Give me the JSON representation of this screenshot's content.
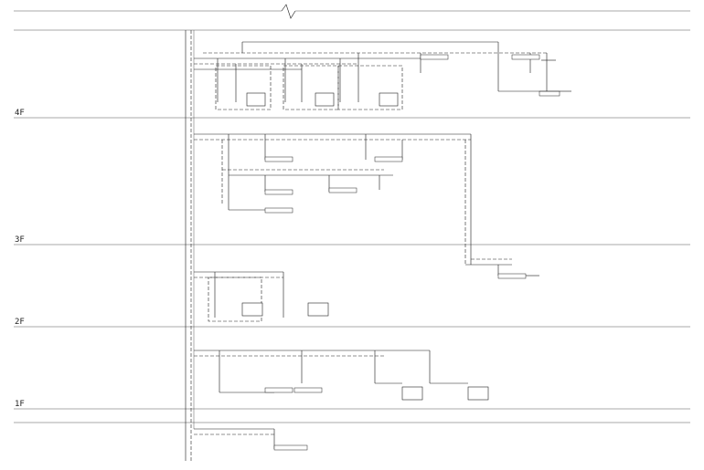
{
  "floors": [
    {
      "label": "4F"
    },
    {
      "label": "3F"
    },
    {
      "label": "2F"
    },
    {
      "label": "1F"
    }
  ]
}
